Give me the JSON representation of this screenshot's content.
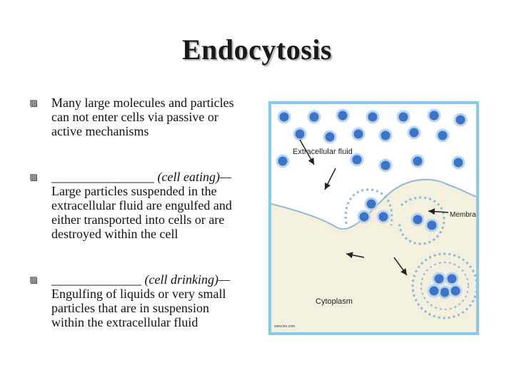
{
  "slide": {
    "title": "Endocytosis",
    "bullets": [
      {
        "lines": [
          "Many large molecules and particles",
          "can not enter cells via passive or",
          "active mechanisms"
        ]
      },
      {
        "blank": "________________",
        "term": "(cell eating)—",
        "lines": [
          "Large particles suspended in the",
          "extracellular fluid are engulfed and",
          "either transported into cells or are",
          "destroyed within the cell"
        ]
      },
      {
        "blank": "______________",
        "term": "(cell drinking)—",
        "lines": [
          "Engulfing of liquids or very small",
          "particles that are in suspension",
          "within the extracellular fluid"
        ]
      }
    ]
  },
  "figure": {
    "labels": {
      "extracellular": "Extracellular fluid",
      "membrane": "Membrane",
      "cytoplasm": "Cytoplasm",
      "credit": "www.lsn.com"
    },
    "colors": {
      "frame": "#86c9ea",
      "extracellular": "#ffffff",
      "cytoplasm": "#f3f1dd",
      "particle": "#3b74c9",
      "membrane_head": "#bcd6ee"
    }
  }
}
